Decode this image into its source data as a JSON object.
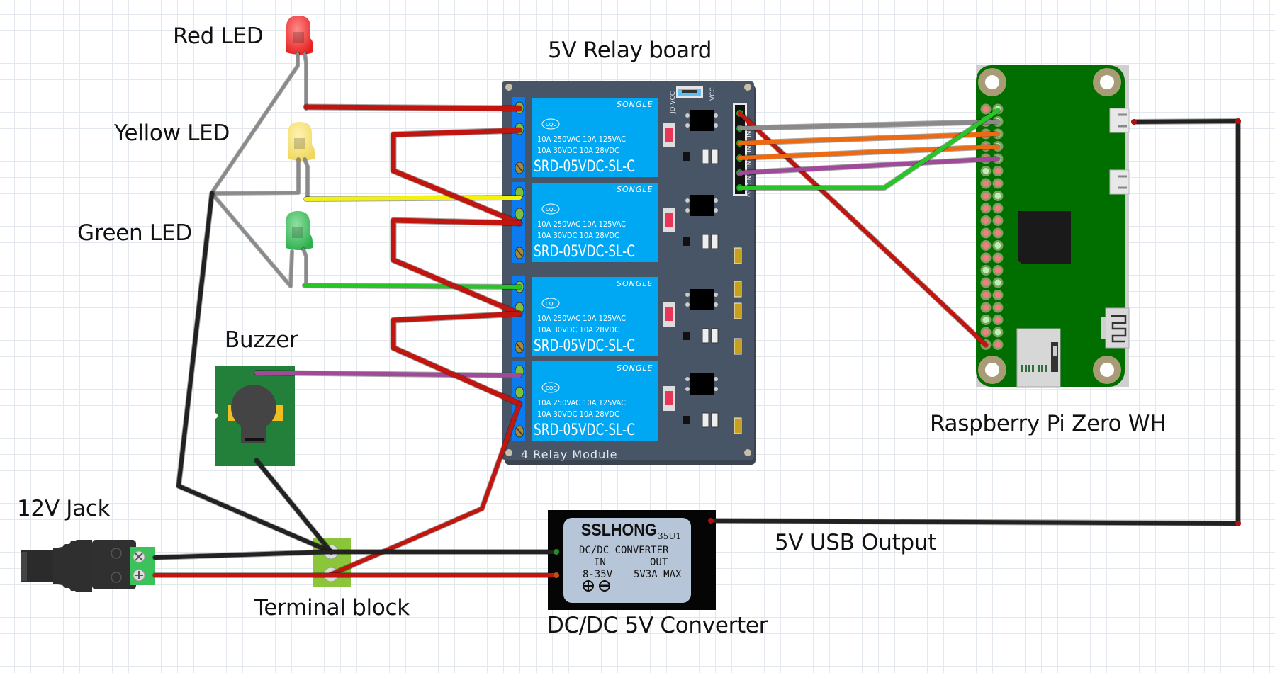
{
  "diagram": {
    "type": "wiring-schematic",
    "colors": {
      "background": "#ffffff",
      "grid": "#e3e7ee",
      "wire_red": "#c0160f",
      "wire_black": "#222222",
      "wire_gray": "#8a8a8a",
      "wire_yellow": "#f2f20a",
      "wire_green": "#28c428",
      "wire_purple": "#a04a9a",
      "wire_orange": "#ee6a10",
      "relay_board": "#485566",
      "relay_blue": "#00a8f4",
      "relay_strip": "#0a7cf0",
      "pi_green": "#006f00",
      "buzzer_green": "#23803a",
      "terminal_green": "#8bc53a",
      "jack_terminal": "#3cc25a",
      "converter_label": "#b6c5d8"
    }
  },
  "labels": {
    "red_led": "Red LED",
    "yellow_led": "Yellow LED",
    "green_led": "Green LED",
    "buzzer": "Buzzer",
    "jack": "12V Jack",
    "terminal_block": "Terminal block",
    "relay_board": "5V Relay board",
    "raspberry_pi": "Raspberry Pi Zero WH",
    "converter": "DC/DC 5V Converter",
    "usb_output": "5V USB Output"
  },
  "relay_module": {
    "footer": "4 Relay Module",
    "jumper_left": "JD-VCC",
    "jumper_right": "VCC",
    "header_pins": [
      "VCC",
      "IN4",
      "IN3",
      "IN2",
      "IN1",
      "GND"
    ],
    "relays": [
      {
        "brand": "SONGLE",
        "cert": "CQC",
        "rating1": "10A  250VAC  10A  125VAC",
        "rating2": "10A   30VDC  10A   28VDC",
        "model": "SRD-05VDC-SL-C"
      },
      {
        "brand": "SONGLE",
        "cert": "CQC",
        "rating1": "10A  250VAC  10A  125VAC",
        "rating2": "10A   30VDC  10A   28VDC",
        "model": "SRD-05VDC-SL-C"
      },
      {
        "brand": "SONGLE",
        "cert": "CQC",
        "rating1": "10A  250VAC  10A  125VAC",
        "rating2": "10A   30VDC  10A   28VDC",
        "model": "SRD-05VDC-SL-C"
      },
      {
        "brand": "SONGLE",
        "cert": "CQC",
        "rating1": "10A  250VAC  10A  125VAC",
        "rating2": "10A   30VDC  10A   28VDC",
        "model": "SRD-05VDC-SL-C"
      }
    ]
  },
  "converter": {
    "brand": "SSLHONG",
    "code": "35U1",
    "title": "DC/DC CONVERTER",
    "in_label": "IN",
    "out_label": "OUT",
    "in_range": "8-35V",
    "out_rating": "5V3A MAX"
  },
  "components": [
    {
      "id": "red-led",
      "kind": "led",
      "color": "red"
    },
    {
      "id": "yellow-led",
      "kind": "led",
      "color": "yellow"
    },
    {
      "id": "green-led",
      "kind": "led",
      "color": "green"
    },
    {
      "id": "buzzer",
      "kind": "buzzer"
    },
    {
      "id": "jack",
      "kind": "dc-jack",
      "voltage": "12V"
    },
    {
      "id": "terminal-block",
      "kind": "terminal-block"
    },
    {
      "id": "relay-board",
      "kind": "relay-module",
      "channels": 4
    },
    {
      "id": "raspberry-pi",
      "kind": "raspberry-pi-zero-wh"
    },
    {
      "id": "converter",
      "kind": "dc-dc-converter"
    }
  ],
  "connections": [
    {
      "from": "red-led.anode",
      "to": "relay-1.NO",
      "color": "red"
    },
    {
      "from": "yellow-led.anode",
      "to": "relay-2.NO",
      "color": "yellow"
    },
    {
      "from": "green-led.anode",
      "to": "relay-3.NO",
      "color": "green"
    },
    {
      "from": "buzzer.+",
      "to": "relay-4.NO",
      "color": "purple"
    },
    {
      "from": "relay-1.COM",
      "to": "relay-2.COM",
      "color": "red"
    },
    {
      "from": "relay-2.COM",
      "to": "relay-3.COM",
      "color": "red"
    },
    {
      "from": "relay-3.COM",
      "to": "relay-4.COM",
      "color": "red"
    },
    {
      "from": "relay-4.COM",
      "to": "terminal-block.+",
      "color": "red"
    },
    {
      "from": "led-cathodes",
      "to": "terminal-block.-",
      "color": "black"
    },
    {
      "from": "buzzer.-",
      "to": "terminal-block.-",
      "color": "black"
    },
    {
      "from": "jack.-",
      "to": "terminal-block.-",
      "color": "black"
    },
    {
      "from": "jack.+",
      "to": "terminal-block.+",
      "color": "red"
    },
    {
      "from": "terminal-block.-",
      "to": "converter.in-",
      "color": "black"
    },
    {
      "from": "terminal-block.+",
      "to": "converter.in+",
      "color": "red"
    },
    {
      "from": "converter.out",
      "to": "raspberry-pi.usb",
      "color": "black"
    },
    {
      "from": "relay-board.VCC",
      "to": "raspberry-pi.5V",
      "color": "red"
    },
    {
      "from": "relay-board.IN4",
      "to": "raspberry-pi.gpio",
      "color": "gray"
    },
    {
      "from": "relay-board.IN3",
      "to": "raspberry-pi.gpio",
      "color": "orange"
    },
    {
      "from": "relay-board.IN2",
      "to": "raspberry-pi.gpio",
      "color": "orange"
    },
    {
      "from": "relay-board.IN1",
      "to": "raspberry-pi.gpio",
      "color": "purple"
    },
    {
      "from": "relay-board.GND",
      "to": "raspberry-pi.GND",
      "color": "green"
    }
  ]
}
